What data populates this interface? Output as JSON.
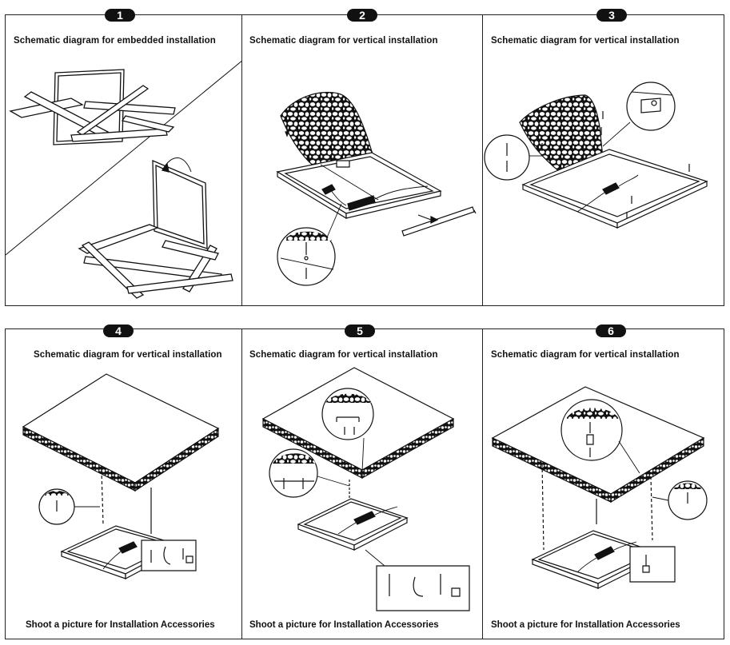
{
  "steps": [
    {
      "number": "1",
      "title": "Schematic diagram for embedded installation"
    },
    {
      "number": "2",
      "title": "Schematic diagram for vertical installation"
    },
    {
      "number": "3",
      "title": "Schematic diagram for vertical installation"
    },
    {
      "number": "4",
      "title": "Schematic diagram for vertical installation",
      "caption": "Shoot a picture for Installation Accessories"
    },
    {
      "number": "5",
      "title": "Schematic diagram for vertical installation",
      "caption": "Shoot a picture for Installation Accessories"
    },
    {
      "number": "6",
      "title": "Schematic diagram for vertical installation",
      "caption": "Shoot a picture for Installation Accessories"
    }
  ],
  "colors": {
    "line": "#111111",
    "background": "#ffffff",
    "badge": "#111111"
  }
}
